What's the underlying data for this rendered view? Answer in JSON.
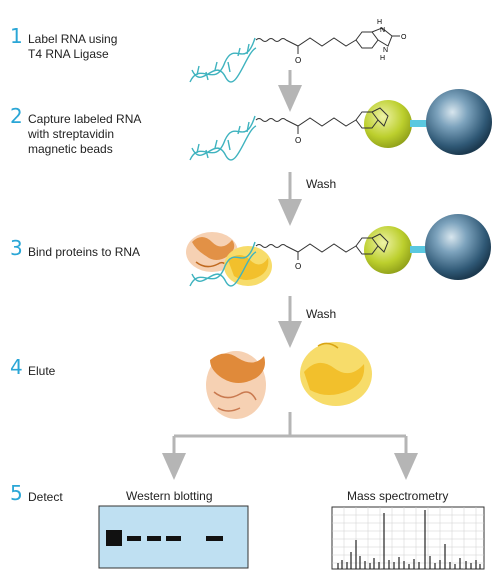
{
  "steps": [
    {
      "number": "1",
      "lines": [
        "Label RNA using",
        "T4 RNA Ligase"
      ]
    },
    {
      "number": "2",
      "lines": [
        "Capture labeled RNA",
        "with streptavidin",
        "magnetic beads"
      ]
    },
    {
      "number": "3",
      "lines": [
        "Bind proteins to RNA"
      ]
    },
    {
      "number": "4",
      "lines": [
        "Elute"
      ]
    },
    {
      "number": "5",
      "lines": [
        "Detect"
      ]
    }
  ],
  "wash_labels": [
    "Wash",
    "Wash"
  ],
  "detection": {
    "western_title": "Western blotting",
    "mass_title": "Mass spectrometry"
  },
  "structure_labels": {
    "carbonyl_o": "O",
    "nh": "H",
    "n": "N",
    "ring_o": "O"
  },
  "colors": {
    "step_number": "#2aa6d6",
    "rna_helix": "#3fb3bf",
    "streptavidin": "#b8cc2a",
    "bead": "#3e6f8f",
    "linker": "#5ac8e0",
    "arrow": "#b5b5b5",
    "protein_orange": "#e08a3a",
    "protein_yellow": "#f2c02c",
    "blot_background": "#bfe0f2"
  }
}
